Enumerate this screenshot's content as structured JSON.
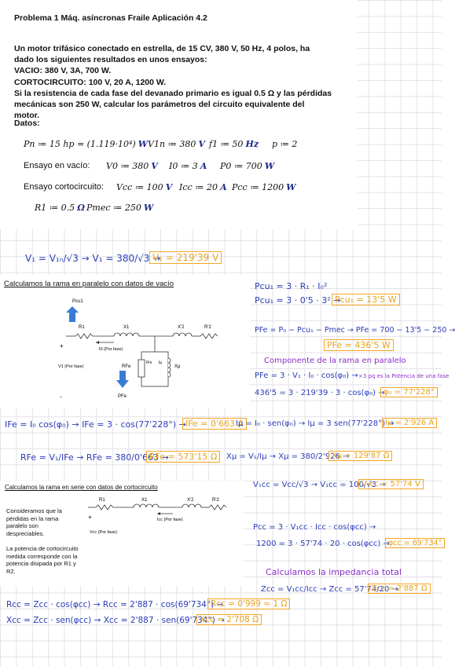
{
  "header": {
    "title": "Problema 1 Máq. asíncronas Fraile Aplicación 4.2",
    "problem_lines": [
      "Un motor trifásico conectado en estrella, de 15 CV, 380 V, 50 Hz, 4 polos, ha",
      "dado los siguientes resultados en unos ensayos:",
      "VACIO: 380 V, 3A, 700 W.",
      "CORTOCIRCUITO: 100 V, 20 A, 1200 W.",
      "Si la resistencia de cada fase del devanado primario es igual 0.5 Ω y las pérdidas",
      "mecánicas son 250 W, calcular los parámetros del circuito equivalente del",
      "motor."
    ],
    "datos_label": "Datos:"
  },
  "datos": {
    "row1": {
      "pn": "Pn ≔ 15 hp = (1.119·10⁴)",
      "pn_unit": "W",
      "v1n": "V1n ≔ 380",
      "v1n_unit": "V",
      "f1": "f1 ≔ 50",
      "f1_unit": "Hz",
      "p": "p ≔ 2"
    },
    "row2": {
      "label": "Ensayo en vacío:",
      "v0": "V0 ≔ 380",
      "v0_unit": "V",
      "i0": "I0 ≔ 3",
      "i0_unit": "A",
      "p0": "P0 ≔ 700",
      "p0_unit": "W"
    },
    "row3": {
      "label": "Ensayo cortocircuito:",
      "vcc": "Vcc ≔ 100",
      "vcc_unit": "V",
      "icc": "Icc ≔ 20",
      "icc_unit": "A",
      "pcc": "Pcc ≔ 1200",
      "pcc_unit": "W"
    },
    "row4": {
      "r1": "R1 ≔ 0.5",
      "r1_unit": "Ω",
      "pmec": "Pmec ≔ 250",
      "pmec_unit": "W"
    }
  },
  "handwriting": {
    "v1_formula": "V₁ = V₁ₙ/√3 → V₁ = 380/√3 →",
    "v1_result": "V₁ = 219'39 V",
    "pcu_formula": "Pcu₁ = 3 · R₁ · I₀²",
    "pcu_value": "Pcu₁ = 3 · 0'5 · 3² →",
    "pcu_result": "Pcu₁ = 13'5 W",
    "pfe_formula": "PFe = P₀ − Pcu₁ − Pmec → PFe = 700 − 13'5 − 250 →",
    "pfe_result": "PFe = 436'5 W",
    "component_note": "Componente de la rama en paralelo",
    "pfe_eq": "PFe = 3 · V₁ · I₀ · cos(φ₀) →",
    "pfe_note": "×3 pq es la Potencia de una fase",
    "phi_eq": "436'5 = 3 · 219'39 · 3 · cos(φ₀) →",
    "phi_result": "φ₀ = 77'228°",
    "ife_eq": "IFe = I₀ cos(φ₀) → IFe = 3 · cos(77'228°) →",
    "ife_result": "IFe = 0'663 A",
    "imu_eq": "Iμ = I₀ · sen(φ₀) → Iμ = 3 sen(77'228°) →",
    "imu_result": "Iμ = 2'926 A",
    "rfe_eq": "RFe = V₁/IFe → RFe = 380/0'663 →",
    "rfe_result": "RFe = 573'15 Ω",
    "xmu_eq": "Xμ = V₁/Iμ → Xμ = 380/2'926 →",
    "xmu_result": "Xμ = 129'87 Ω",
    "v1cc_eq": "V₁cc = Vcc/√3 → V₁cc = 100/√3 →",
    "v1cc_result": "V₁cc = 57'74 V",
    "pcc_eq": "Pcc = 3 · V₁cc · Icc · cos(φcc) →",
    "pcc_value": "1200 = 3 · 57'74 · 20 · cos(φcc) →",
    "pcc_result": "φcc = 69'734°",
    "impedance_note": "Calculamos la impedancia total",
    "zcc_eq": "Zcc = V₁cc/Icc → Zcc = 57'74/20 →",
    "zcc_result": "Zcc = 2'887 Ω",
    "rcc_eq": "Rcc = Zcc · cos(φcc) → Rcc = 2'887 · cos(69'734°) →",
    "rcc_result": "Rcc = 0'999 ≃ 1 Ω",
    "xcc_eq": "Xcc = Zcc · sen(φcc) → Xcc = 2'887 · sen(69'734°) →",
    "xcc_result": "Xcc = 2'708 Ω"
  },
  "circuit_vacio": {
    "caption": "Calculamos la rama en paralelo con datos de vacío",
    "labels": {
      "pcu": "Pcu1",
      "r1": "R1",
      "x1": "X1",
      "x2": "X'2",
      "r2": "R'2",
      "i0": "I0 (Por fase)",
      "ife": "IFe",
      "imu": "Iμ",
      "rfe": "RFe",
      "xmu": "Xμ",
      "v1": "V1 (Por fase)",
      "pfe": "PFe",
      "plus": "+",
      "minus": "-"
    }
  },
  "circuit_cc": {
    "caption": "Calculamos la rama en serie con datos de cortocircuito",
    "notes": [
      "Consideramos que la",
      "pérdidas en la rama",
      "paralelo son",
      "despreciables.",
      "",
      "La potencia de cortocircuito",
      "medida corresponde con la",
      "potencia disipada por R1 y",
      "R2."
    ],
    "labels": {
      "r1": "R1",
      "x1": "X1",
      "x2": "X'2",
      "r2": "R'2",
      "icc": "Icc (Por fase)",
      "vcc": "Vcc (Por fase)",
      "plus": "+"
    }
  },
  "colors": {
    "handwriting_blue": "#2a3db8",
    "accent_orange": "#f5a623",
    "note_purple": "#8b2fc9",
    "unit_navy": "#1f2c8a"
  }
}
